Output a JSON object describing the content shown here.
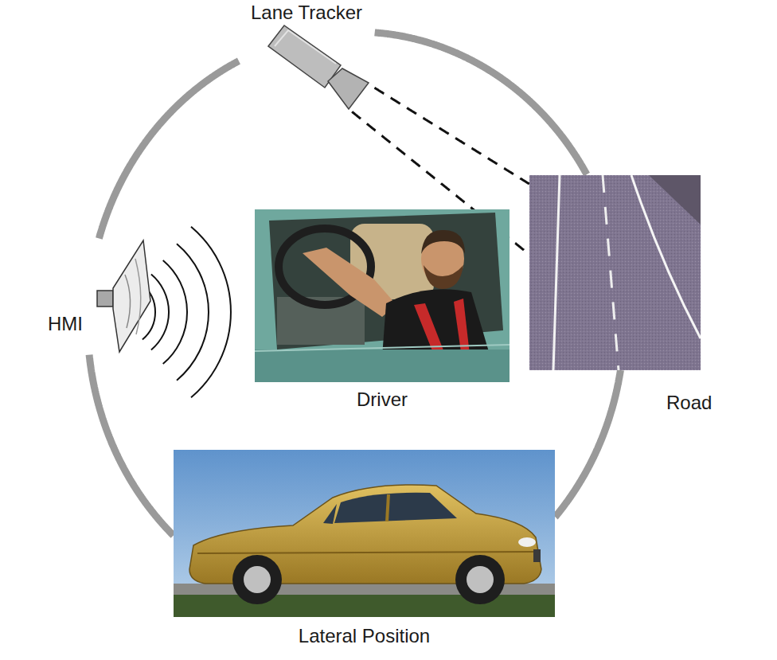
{
  "diagram": {
    "nodes": [
      {
        "text": [
          "Lane Tracker"
        ]
      },
      {
        "text": [
          "HMI"
        ]
      },
      {
        "text": [
          "Driver"
        ]
      },
      {
        "text": [
          "Road"
        ]
      },
      {
        "text": [
          "Lateral Position"
        ]
      }
    ],
    "edges": [
      {
        "from": 0,
        "to": 3,
        "arrow": "none"
      },
      {
        "from": 3,
        "to": 4,
        "arrow": "none"
      },
      {
        "from": 4,
        "to": 1,
        "arrow": "none"
      },
      {
        "from": 1,
        "to": 0,
        "arrow": "none"
      },
      {
        "from": 0,
        "to": 3,
        "arrow": "none"
      },
      {
        "from": 0,
        "to": 3,
        "arrow": "none"
      }
    ]
  }
}
